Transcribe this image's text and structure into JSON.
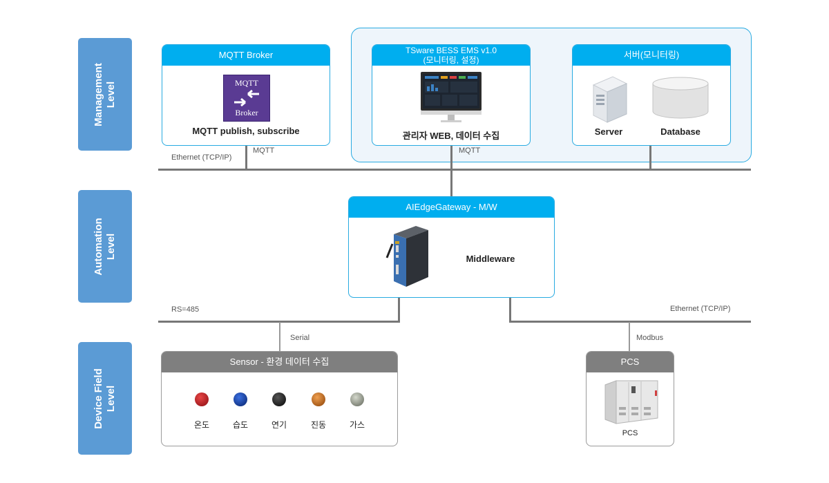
{
  "levels": {
    "management": [
      "Management",
      "Level"
    ],
    "automation": [
      "Automation",
      "Level"
    ],
    "device_field": [
      "Device Field",
      "Level"
    ]
  },
  "mqtt_broker": {
    "title": "MQTT Broker",
    "logo_top": "MQTT",
    "logo_bottom": "Broker",
    "caption": "MQTT publish, subscribe"
  },
  "ems": {
    "title_line1": "TSware BESS EMS v1.0",
    "title_line2": "(모니터링, 설정)",
    "caption": "관리자 WEB, 데이터 수집"
  },
  "server_box": {
    "title": "서버(모니터링)",
    "server_label": "Server",
    "database_label": "Database"
  },
  "gateway": {
    "title": "AIEdgeGateway - M/W",
    "caption": "Middleware"
  },
  "sensor_box": {
    "title": "Sensor - 환경 데이터 수집",
    "sensors": [
      {
        "label": "온도",
        "color": "#c0141b"
      },
      {
        "label": "습도",
        "color": "#0b3a9e"
      },
      {
        "label": "연기",
        "color": "#1a1a1a"
      },
      {
        "label": "진동",
        "color": "#d56a0d"
      },
      {
        "label": "가스",
        "color": "#9aa08f"
      }
    ]
  },
  "pcs_box": {
    "title": "PCS",
    "caption": "PCS"
  },
  "connections": {
    "ethernet_top": "Ethernet (TCP/IP)",
    "mqtt_left": "MQTT",
    "mqtt_right": "MQTT",
    "rs485": "RS=485",
    "ethernet_bottom": "Ethernet (TCP/IP)",
    "serial": "Serial",
    "modbus": "Modbus"
  },
  "colors": {
    "level_bg": "#5b9bd5",
    "box_header": "#00aeef",
    "device_header": "#7f7f7f",
    "group_bg": "#eef5fb",
    "line": "#777777"
  }
}
